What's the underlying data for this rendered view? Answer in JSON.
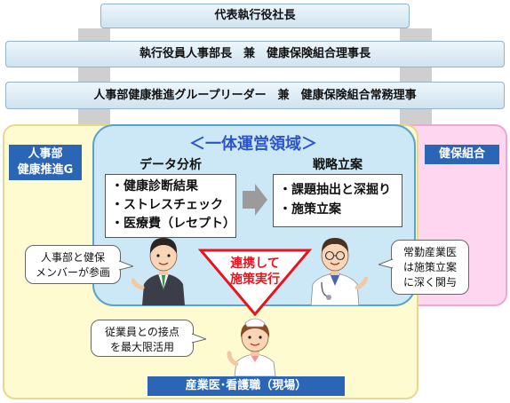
{
  "hierarchy": {
    "top": "代表執行役社長",
    "middle": "執行役員人事部長　兼　健康保険組合理事長",
    "lower": "人事部健康推進グループリーダー　兼　健康保険組合常務理事"
  },
  "left_label": "人事部\n健康推進G",
  "right_label": "健保組合",
  "center_title": "＜一体運営領域＞",
  "analysis": {
    "heading": "データ分析",
    "items": [
      "・健康診断結果",
      "・ストレスチェック",
      "・医療費（レセプト）"
    ]
  },
  "strategy": {
    "heading": "戦略立案",
    "items": [
      "・課題抽出と深掘り",
      "・施策立案"
    ]
  },
  "collab": "連携して\n施策実行",
  "bubbles": {
    "left": "人事部と健保\nメンバーが参画",
    "right": "常勤産業医\nは施策立案\nに深く関与",
    "bottom": "従業員との接点\nを最大限活用"
  },
  "bottom_label": "産業医･看護職（現場）",
  "colors": {
    "accent_blue": "#2b66b6",
    "title_blue": "#2b54c8",
    "red": "#e8141e",
    "yellow_bg": "#fffbd1",
    "pink_bg": "#ffd6f0",
    "light_blue_bg": "#cce8f6"
  }
}
